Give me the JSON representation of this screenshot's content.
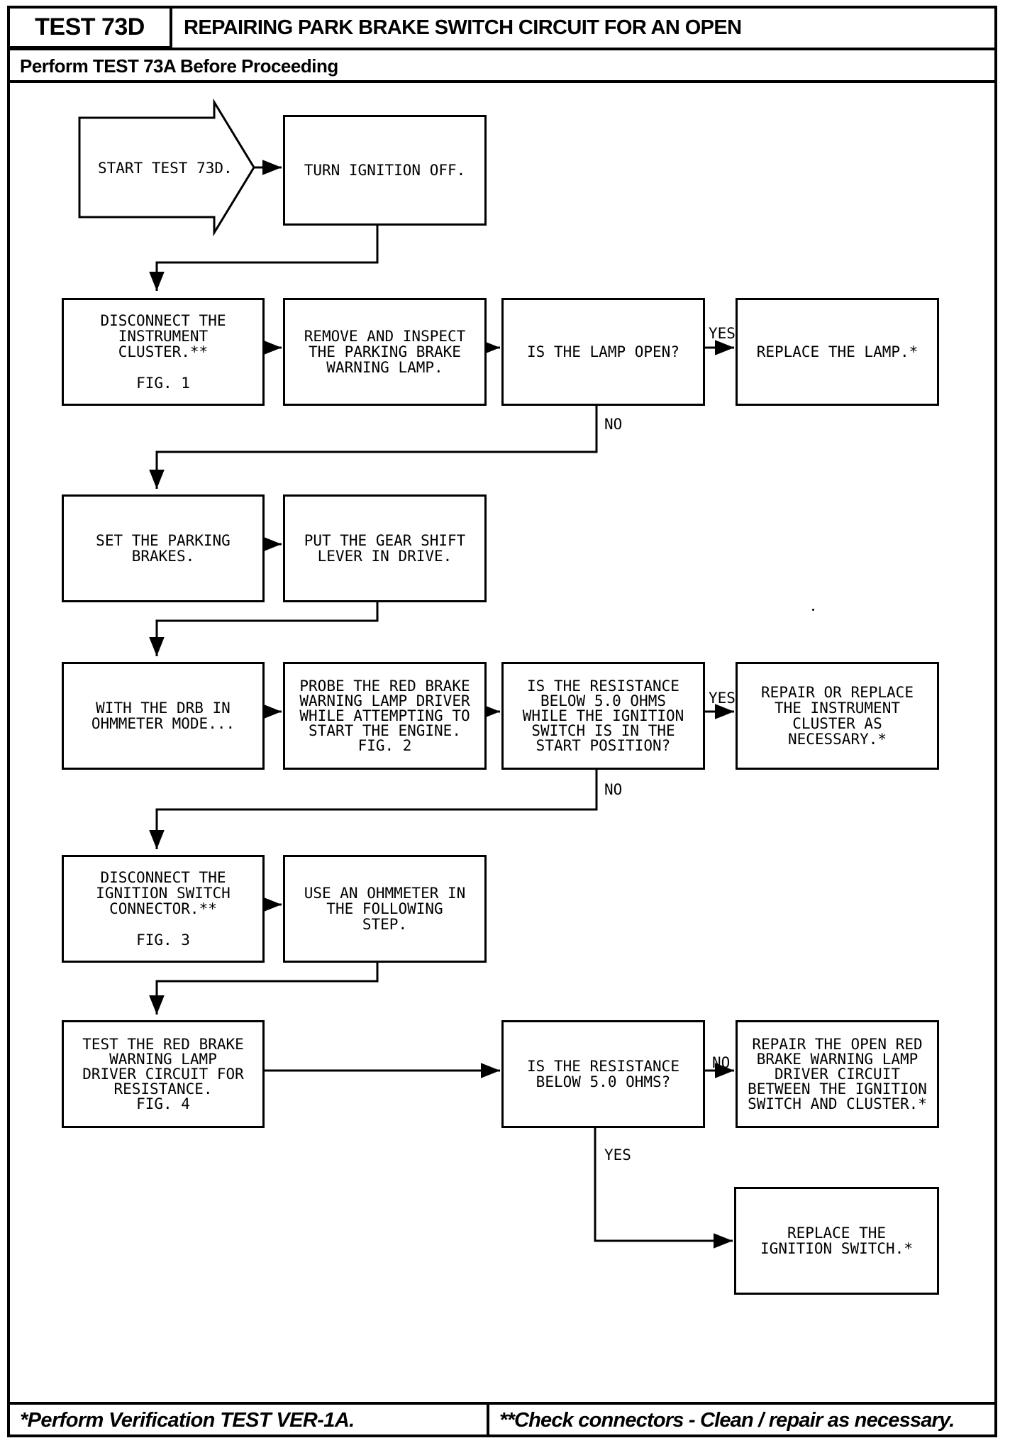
{
  "header": {
    "test_id": "TEST 73D",
    "title": "REPAIRING PARK BRAKE SWITCH CIRCUIT FOR AN OPEN",
    "subtitle": "Perform TEST 73A Before Proceeding"
  },
  "footer": {
    "left": "*Perform Verification TEST VER-1A.",
    "right": "**Check connectors - Clean / repair as necessary."
  },
  "flow": {
    "start": "START TEST 73D.",
    "turn_ignition_off": "TURN IGNITION OFF.",
    "disconnect_cluster": "DISCONNECT THE\nINSTRUMENT\nCLUSTER.**\n\nFIG. 1",
    "remove_inspect_lamp": "REMOVE AND INSPECT\nTHE PARKING BRAKE\nWARNING LAMP.",
    "q_lamp_open": "IS THE LAMP OPEN?",
    "replace_lamp": "REPLACE THE LAMP.*",
    "set_parking_brakes": "SET THE PARKING\nBRAKES.",
    "gear_shift_drive": "PUT THE GEAR SHIFT\nLEVER IN DRIVE.",
    "drb_ohmmeter_mode": "WITH THE DRB IN\nOHMMETER MODE...",
    "probe_driver": "PROBE THE RED BRAKE\nWARNING LAMP DRIVER\nWHILE ATTEMPTING TO\nSTART THE ENGINE.\nFIG. 2",
    "q_resistance_start": "IS THE RESISTANCE\nBELOW 5.0 OHMS\nWHILE THE IGNITION\nSWITCH IS IN THE\nSTART POSITION?",
    "repair_replace_cluster": "REPAIR OR REPLACE\nTHE INSTRUMENT\nCLUSTER AS\nNECESSARY.*",
    "disconnect_ign_switch": "DISCONNECT THE\nIGNITION SWITCH\nCONNECTOR.**\n\nFIG. 3",
    "use_ohmmeter": "USE AN OHMMETER IN\nTHE FOLLOWING\nSTEP.",
    "test_driver_circuit": "TEST THE RED BRAKE\nWARNING LAMP\nDRIVER CIRCUIT FOR\nRESISTANCE.\nFIG. 4",
    "q_resistance_below": "IS THE RESISTANCE\nBELOW 5.0 OHMS?",
    "repair_open_driver": "REPAIR THE OPEN RED\nBRAKE WARNING LAMP\nDRIVER CIRCUIT\nBETWEEN THE IGNITION\nSWITCH AND CLUSTER.*",
    "replace_ign_switch": "REPLACE THE\nIGNITION SWITCH.*"
  },
  "labels": {
    "yes": "YES",
    "no": "NO"
  }
}
